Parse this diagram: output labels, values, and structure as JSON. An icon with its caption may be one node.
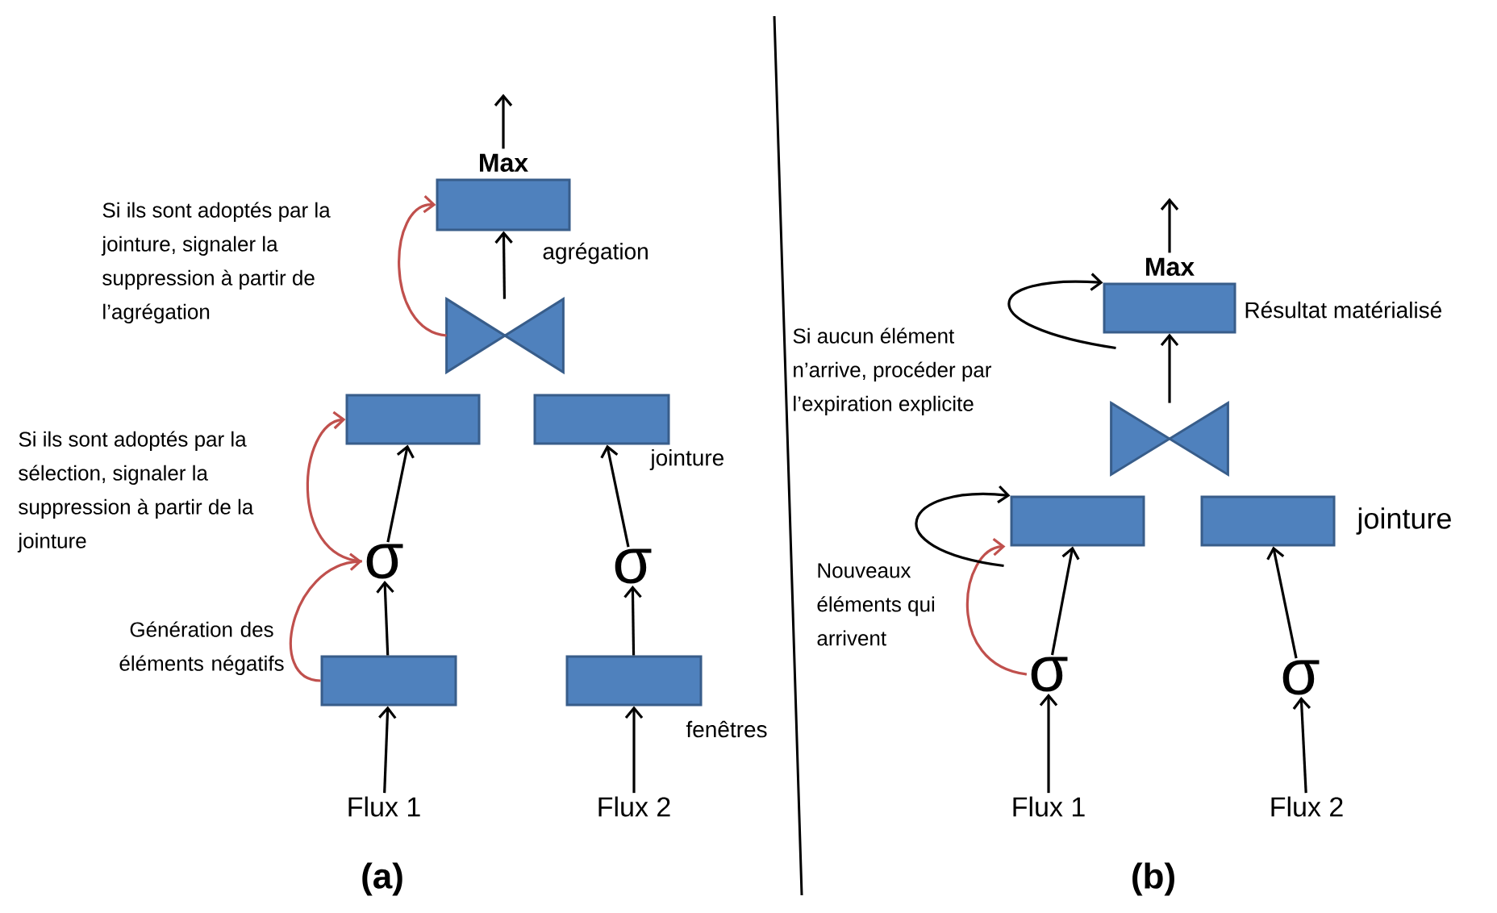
{
  "diagram": {
    "nodes": [
      {
        "text": [
          "Max"
        ],
        "beside": [
          "agrégation"
        ]
      },
      {
        "text": [],
        "shape": "bowtie"
      },
      {
        "text": [],
        "shape": "box"
      },
      {
        "text": [],
        "shape": "box",
        "beside": [
          "jointure"
        ]
      },
      {
        "text": [
          "σ"
        ]
      },
      {
        "text": [
          "σ"
        ]
      },
      {
        "text": [],
        "shape": "box"
      },
      {
        "text": [],
        "shape": "box",
        "beside": [
          "fenêtres"
        ]
      },
      {
        "text": [
          "Flux 1"
        ]
      },
      {
        "text": [
          "Flux 2"
        ]
      },
      {
        "text": [
          "Max"
        ],
        "beside": [
          "Résultat matérialisé"
        ]
      },
      {
        "text": [],
        "shape": "bowtie"
      },
      {
        "text": [],
        "shape": "box"
      },
      {
        "text": [],
        "shape": "box",
        "beside": [
          "jointure"
        ]
      },
      {
        "text": [
          "σ"
        ]
      },
      {
        "text": [
          "σ"
        ]
      },
      {
        "text": [
          "Flux 1"
        ]
      },
      {
        "text": [
          "Flux 2"
        ]
      }
    ],
    "edges": [
      {
        "from": 8,
        "to": 6,
        "arrow": "to"
      },
      {
        "from": 6,
        "to": 4,
        "arrow": "to"
      },
      {
        "from": 4,
        "to": 2,
        "arrow": "to"
      },
      {
        "from": 9,
        "to": 7,
        "arrow": "to"
      },
      {
        "from": 7,
        "to": 5,
        "arrow": "to"
      },
      {
        "from": 5,
        "to": 3,
        "arrow": "to"
      },
      {
        "from": 1,
        "to": 0,
        "arrow": "to"
      },
      {
        "from": 0,
        "to": null,
        "arrow": "to"
      },
      {
        "from": 1,
        "to": 0,
        "arrow": "to",
        "color": "#c0504d"
      },
      {
        "from": 4,
        "to": 2,
        "arrow": "to",
        "color": "#c0504d"
      },
      {
        "from": 6,
        "to": 4,
        "arrow": "to",
        "color": "#c0504d"
      },
      {
        "from": 16,
        "to": 14,
        "arrow": "to"
      },
      {
        "from": 14,
        "to": 12,
        "arrow": "to"
      },
      {
        "from": 17,
        "to": 15,
        "arrow": "to"
      },
      {
        "from": 15,
        "to": 13,
        "arrow": "to"
      },
      {
        "from": 11,
        "to": 10,
        "arrow": "to"
      },
      {
        "from": 10,
        "to": null,
        "arrow": "to"
      },
      {
        "from": 14,
        "to": 12,
        "arrow": "to",
        "color": "#c0504d"
      },
      {
        "from": 10,
        "to": 10,
        "arrow": "to"
      },
      {
        "from": 12,
        "to": 12,
        "arrow": "to"
      }
    ],
    "labels": [
      "Si ils sont adoptés par la jointure, signaler la suppression à partir de l’agrégation",
      "Si ils sont adoptés par la sélection, signaler la suppression à partir de la jointure",
      "Génération des éléments négatifs",
      "Si aucun élément n’arrive, procéder par l’expiration explicite",
      "Nouveaux éléments qui arrivent",
      "(a)",
      "(b)"
    ]
  }
}
